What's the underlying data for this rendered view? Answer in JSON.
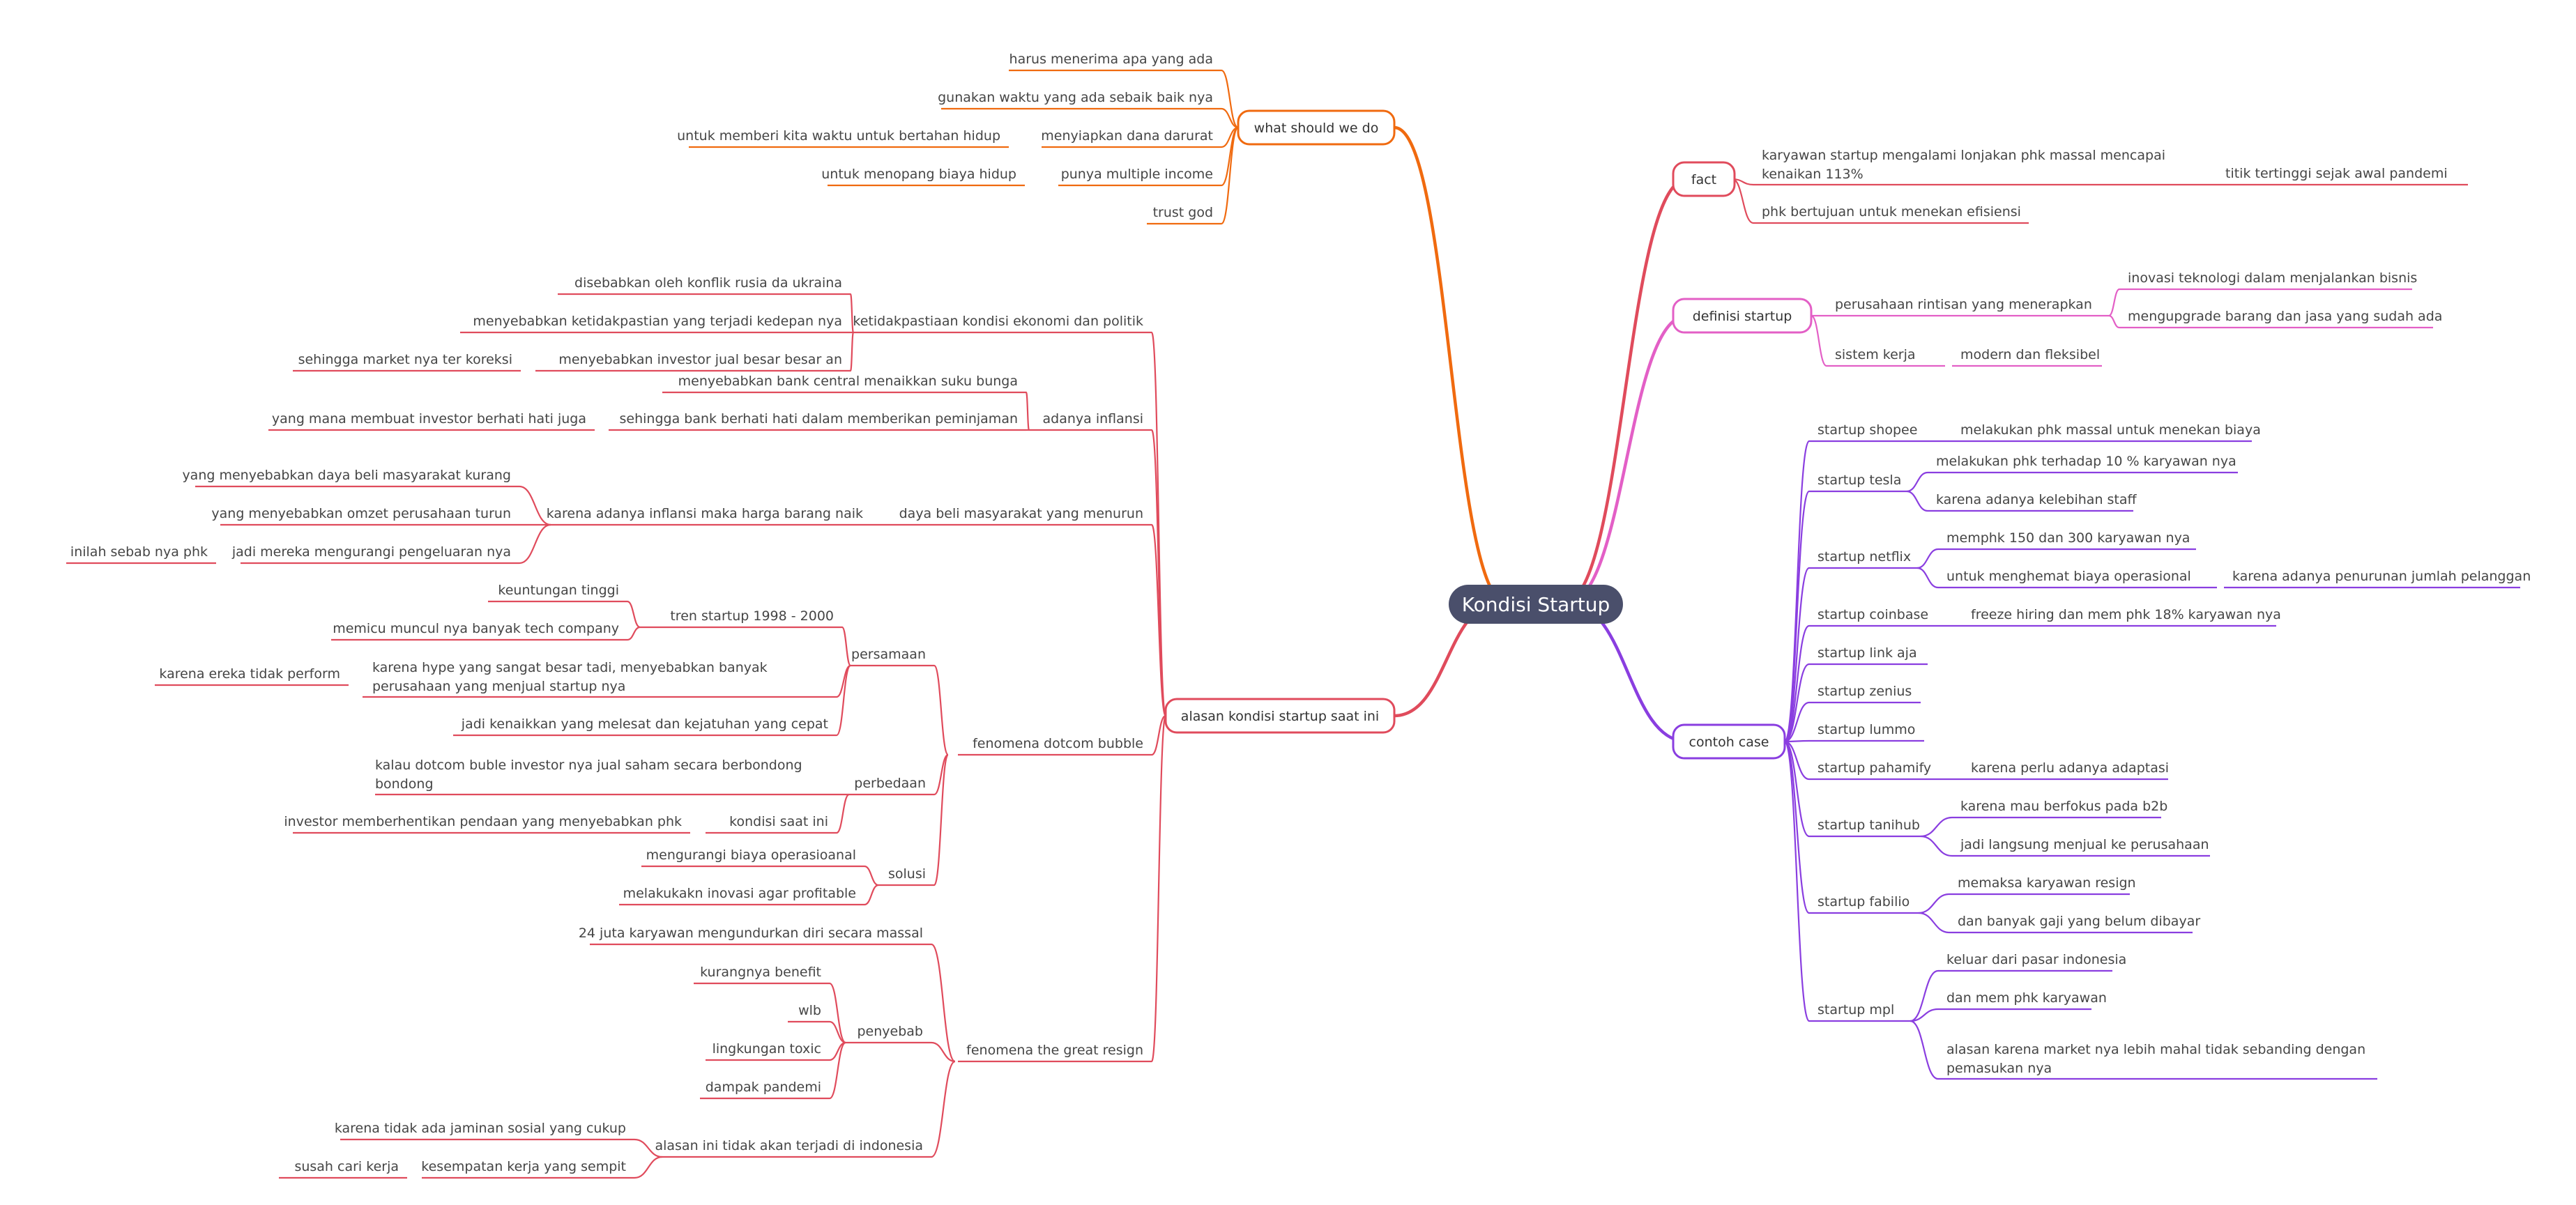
{
  "root": {
    "text": "Kondisi Startup"
  },
  "colors": {
    "root_fill": "#4a4f6b",
    "orange": "#f06a0f",
    "red": "#e04b5c",
    "pink": "#e35fc6",
    "purple": "#8a3ee0",
    "text": "#454545",
    "node_fill": "#ffffff"
  },
  "branches": {
    "what_should_we_do": "what should we do",
    "alasan": "alasan kondisi startup saat ini",
    "fact": "fact",
    "definisi": "definisi startup",
    "contoh": "contoh case"
  },
  "wswd": {
    "a": "harus menerima apa yang ada",
    "b": "gunakan waktu yang ada sebaik baik nya",
    "c": "menyiapkan dana darurat",
    "c1": "untuk memberi kita waktu untuk bertahan hidup",
    "d": "punya multiple income",
    "d1": "untuk menopang biaya hidup",
    "e": "trust god"
  },
  "eko": {
    "title": "ketidakpastiaan kondisi ekonomi dan politik",
    "a": "disebabkan oleh konflik rusia da ukraina",
    "b": "menyebabkan ketidakpastian yang terjadi kedepan nya",
    "c": "menyebabkan investor jual besar besar an",
    "c1": "sehingga market nya ter koreksi"
  },
  "inf": {
    "title": "adanya inflansi",
    "a": "menyebabkan bank central menaikkan suku bunga",
    "b": "sehingga bank berhati hati dalam memberikan peminjaman",
    "b1": "yang mana membuat investor berhati hati juga"
  },
  "daya": {
    "title": "daya beli masyarakat yang menurun",
    "sub": "karena adanya inflansi maka harga barang naik",
    "a": "yang menyebabkan daya beli masyarakat kurang",
    "b": "yang menyebabkan omzet perusahaan turun",
    "c": "jadi mereka mengurangi pengeluaran nya",
    "c1": "inilah sebab nya phk"
  },
  "dot": {
    "title": "fenomena dotcom bubble",
    "persamaan": "persamaan",
    "tren": "tren startup 1998 - 2000",
    "tren_a": "keuntungan tinggi",
    "tren_b": "memicu muncul nya banyak tech company",
    "hype_1": "karena hype yang sangat besar tadi, menyebabkan banyak",
    "hype_2": "perusahaan yang menjual startup nya",
    "hype_c": "karena ereka tidak perform",
    "kenaikan": "jadi kenaikkan yang melesat dan kejatuhan yang cepat",
    "perbedaan": "perbedaan",
    "buble_1": "kalau dotcom buble investor nya jual saham secara berbondong",
    "buble_2": "bondong",
    "kondisi": "kondisi saat ini",
    "kondisi_c": "investor memberhentikan pendaan yang menyebabkan phk",
    "solusi": "solusi",
    "sol_a": "mengurangi biaya operasioanal",
    "sol_b": "melakukakn inovasi agar profitable"
  },
  "gr": {
    "title": "fenomena the great resign",
    "a": "24 juta karyawan mengundurkan diri secara massal",
    "penyebab": "penyebab",
    "p1": "kurangnya benefit",
    "p2": "wlb",
    "p3": "lingkungan toxic",
    "p4": "dampak pandemi",
    "alasan": "alasan ini tidak akan terjadi di indonesia",
    "al1": "karena tidak ada jaminan sosial yang cukup",
    "al2": "kesempatan kerja yang sempit",
    "al2c": "susah cari kerja"
  },
  "fact": {
    "a_1": "karyawan startup mengalami lonjakan phk massal mencapai",
    "a_2": "kenaikan 113%",
    "a_c": "titik tertinggi sejak awal pandemi",
    "b": "phk bertujuan untuk menekan efisiensi"
  },
  "def": {
    "a": "perusahaan rintisan yang menerapkan",
    "a1": "inovasi teknologi dalam menjalankan bisnis",
    "a2": "mengupgrade barang dan jasa yang sudah ada",
    "b": "sistem kerja",
    "b1": "modern dan fleksibel"
  },
  "cases": {
    "shopee": "startup shopee",
    "shopee_a": "melakukan phk massal untuk menekan biaya",
    "tesla": "startup tesla",
    "tesla_a": "melakukan phk terhadap 10 % karyawan nya",
    "tesla_b": "karena adanya kelebihan staff",
    "netflix": "startup netflix",
    "netflix_a": "memphk 150 dan 300 karyawan nya",
    "netflix_b": "untuk menghemat biaya operasional",
    "netflix_b1": "karena adanya penurunan jumlah pelanggan",
    "coinbase": "startup coinbase",
    "coinbase_a": "freeze hiring dan mem phk 18% karyawan nya",
    "linkaja": "startup link aja",
    "zenius": "startup zenius",
    "lummo": "startup lummo",
    "pahamify": "startup pahamify",
    "pahamify_a": "karena perlu adanya adaptasi",
    "tanihub": "startup tanihub",
    "tanihub_a": "karena mau berfokus pada b2b",
    "tanihub_b": "jadi langsung menjual ke perusahaan",
    "fabilio": "startup fabilio",
    "fabilio_a": "memaksa karyawan resign",
    "fabilio_b": "dan banyak gaji yang belum dibayar",
    "mpl": "startup mpl",
    "mpl_a": "keluar dari pasar indonesia",
    "mpl_b": "dan mem phk karyawan",
    "mpl_c_1": "alasan karena market nya lebih mahal tidak sebanding dengan",
    "mpl_c_2": "pemasukan nya"
  }
}
